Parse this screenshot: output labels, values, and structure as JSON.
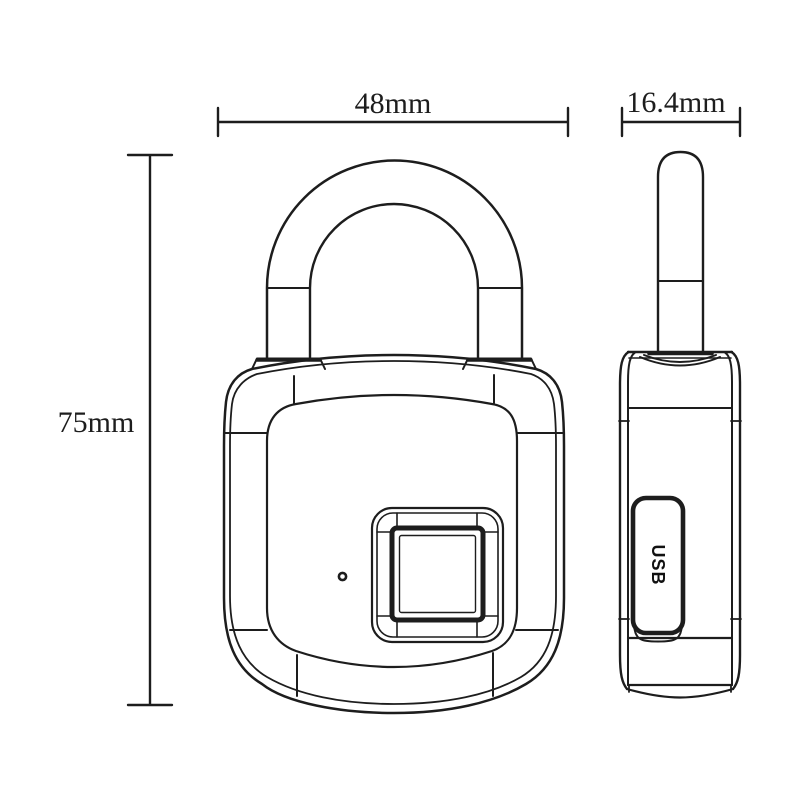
{
  "page": {
    "background_color": "#ffffff",
    "line_color": "#1d1d1d"
  },
  "dimensions": {
    "width": {
      "label": "48mm"
    },
    "depth": {
      "label": "16.4mm"
    },
    "height": {
      "label": "75mm"
    }
  },
  "side_view": {
    "usb_label": "USB"
  }
}
